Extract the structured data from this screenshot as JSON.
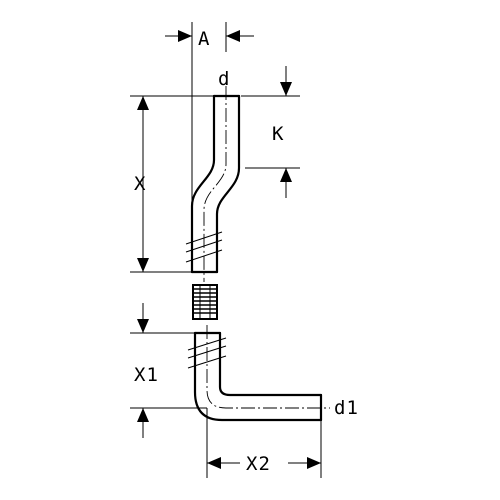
{
  "labels": {
    "A": "A",
    "d": "d",
    "K": "K",
    "X": "X",
    "X1": "X1",
    "d1": "d1",
    "X2": "X2"
  }
}
